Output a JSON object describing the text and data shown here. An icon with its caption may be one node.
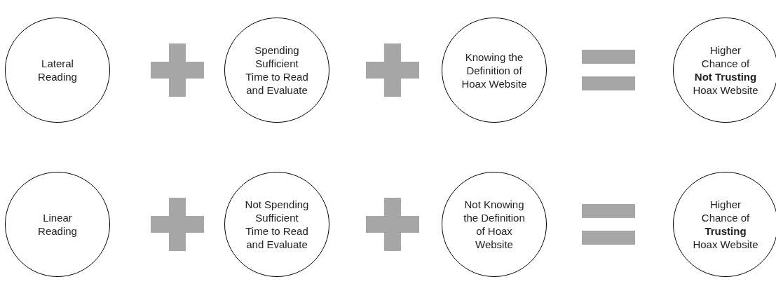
{
  "diagram": {
    "nodes": [
      {
        "text": [
          "Lateral Reading"
        ]
      },
      {
        "text": [
          "Spending Sufficient Time to Read and Evaluate"
        ]
      },
      {
        "text": [
          "Knowing the Definition of Hoax Website"
        ]
      },
      {
        "text": [
          "Higher Chance of **Not Trusting** Hoax Website"
        ]
      },
      {
        "text": [
          "Linear Reading"
        ]
      },
      {
        "text": [
          "Not Spending Sufficient Time to Read and Evaluate"
        ]
      },
      {
        "text": [
          "Not Knowing the Definition of Hoax Website"
        ]
      },
      {
        "text": [
          "Higher Chance of **Trusting** Hoax Website"
        ]
      }
    ]
  }
}
